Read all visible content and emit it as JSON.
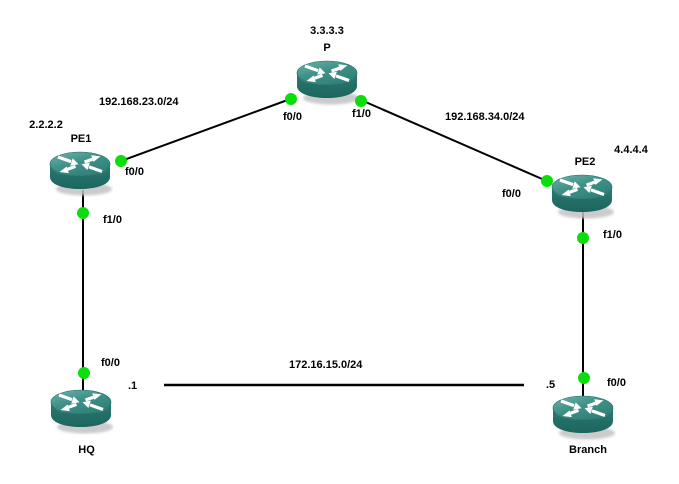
{
  "colors": {
    "background": "#ffffff",
    "link": "#000000",
    "endpoint_dot": "#0cdd0c",
    "router_teal_top": "#3f9188",
    "router_teal_body": "#24716a",
    "label_text": "#000000"
  },
  "devices": {
    "p": {
      "name": "P",
      "ip": "3.3.3.3"
    },
    "pe1": {
      "name": "PE1",
      "ip": "2.2.2.2"
    },
    "pe2": {
      "name": "PE2",
      "ip": "4.4.4.4"
    },
    "hq": {
      "name": "HQ",
      "lan_ip_suffix": ".1"
    },
    "branch": {
      "name": "Branch",
      "lan_ip_suffix": ".5"
    }
  },
  "interfaces": {
    "pe1_to_p": "f0/0",
    "p_to_pe1": "f0/0",
    "p_to_pe2": "f1/0",
    "pe2_to_p": "f0/0",
    "pe1_to_hq": "f1/0",
    "hq_to_pe1": "f0/0",
    "pe2_to_branch": "f1/0",
    "branch_to_pe2": "f0/0"
  },
  "subnets": {
    "pe1_p": "192.168.23.0/24",
    "p_pe2": "192.168.34.0/24",
    "hq_branch": "172.16.15.0/24"
  }
}
